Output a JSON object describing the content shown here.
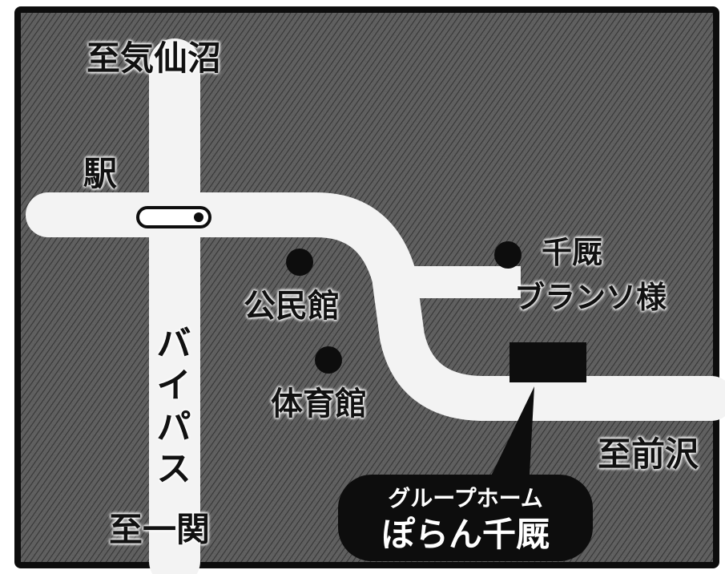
{
  "labels": {
    "kesennuma": "至気仙沼",
    "ichinoseki": "至一関",
    "maesawa": "至前沢",
    "station": "駅",
    "bypass": "バイパス",
    "kominkan": "公民館",
    "taiikukan": "体育館",
    "chidori_a": "千厩",
    "chidori_b": "ブランソ様"
  },
  "callout": {
    "line1": "グループホーム",
    "line2": "ぽらん千厩"
  },
  "colors": {
    "background": "#5a5a5a",
    "road": "#f3f3f3",
    "frame": "#0d0d0d",
    "marker": "#0d0d0d",
    "callout_bg": "#0d0d0d",
    "callout_text": "#ffffff"
  }
}
